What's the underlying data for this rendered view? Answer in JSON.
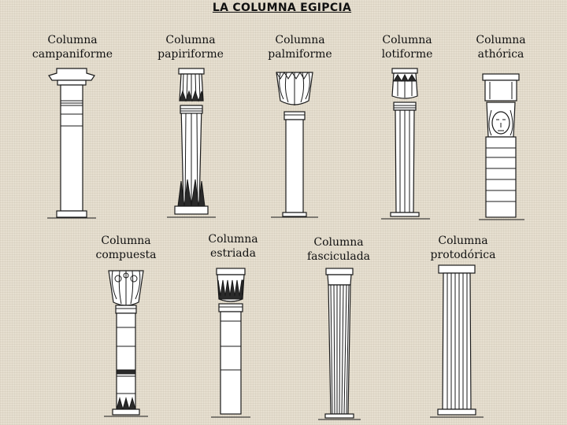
{
  "title": "LA COLUMNA EGIPCIA",
  "columns": [
    {
      "line1": "Columna",
      "line2": "campaniforme"
    },
    {
      "line1": "Columna",
      "line2": "papiriforme"
    },
    {
      "line1": "Columna",
      "line2": "palmiforme"
    },
    {
      "line1": "Columna",
      "line2": "lotiforme"
    },
    {
      "line1": "Columna",
      "line2": "athórica"
    },
    {
      "line1": "Columna",
      "line2": "compuesta"
    },
    {
      "line1": "Columna",
      "line2": "estriada"
    },
    {
      "line1": "Columna",
      "line2": "fasciculada"
    },
    {
      "line1": "Columna",
      "line2": "protodórica"
    }
  ]
}
